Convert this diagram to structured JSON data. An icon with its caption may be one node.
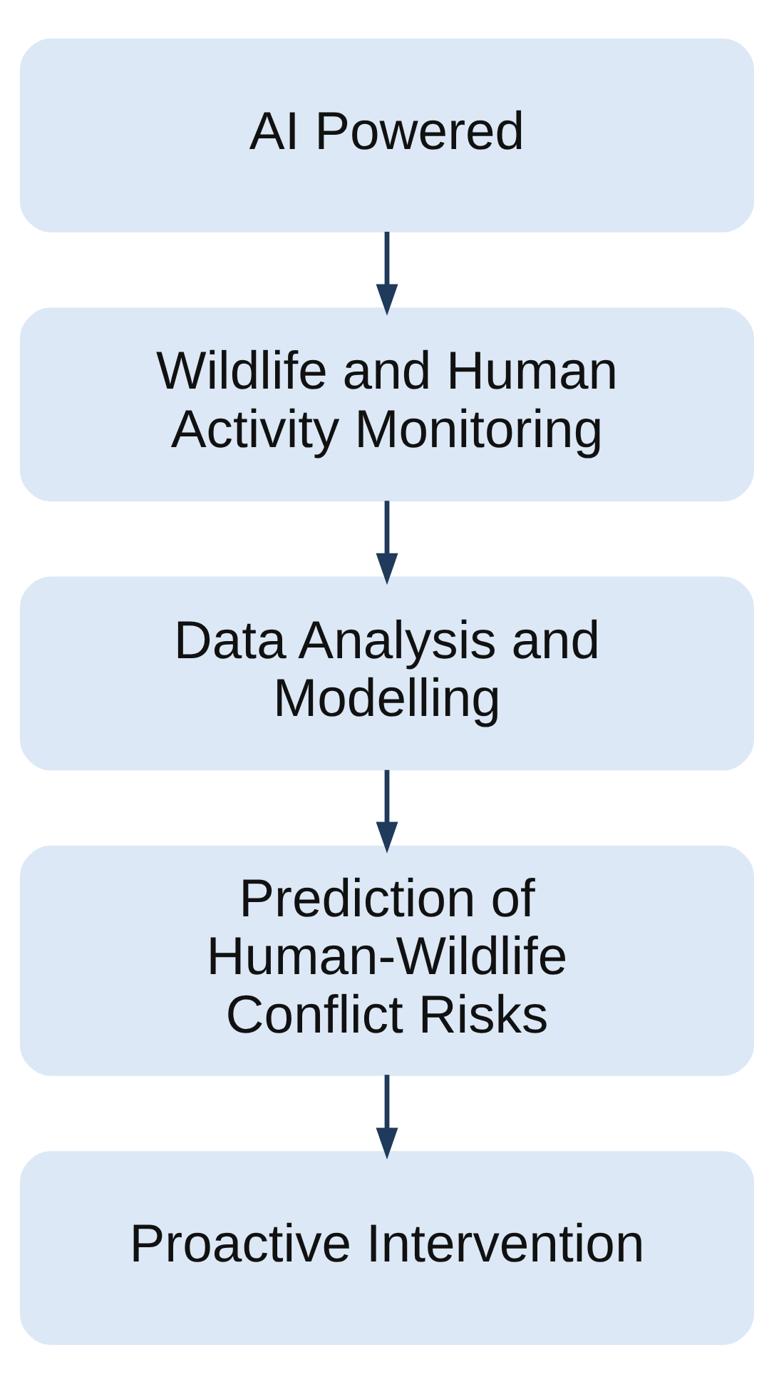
{
  "diagram": {
    "nodes": [
      {
        "text": [
          "AI Powered"
        ]
      },
      {
        "text": [
          "Wildlife and Human Activity Monitoring"
        ]
      },
      {
        "text": [
          "Data Analysis and Modelling"
        ]
      },
      {
        "text": [
          "Prediction of Human-Wildlife Conflict Risks"
        ]
      },
      {
        "text": [
          "Proactive Intervention"
        ]
      }
    ],
    "edges": [
      {
        "from": 0,
        "to": 1,
        "arrow": "to"
      },
      {
        "from": 1,
        "to": 2,
        "arrow": "to"
      },
      {
        "from": 2,
        "to": 3,
        "arrow": "to"
      },
      {
        "from": 3,
        "to": 4,
        "arrow": "to"
      }
    ]
  }
}
